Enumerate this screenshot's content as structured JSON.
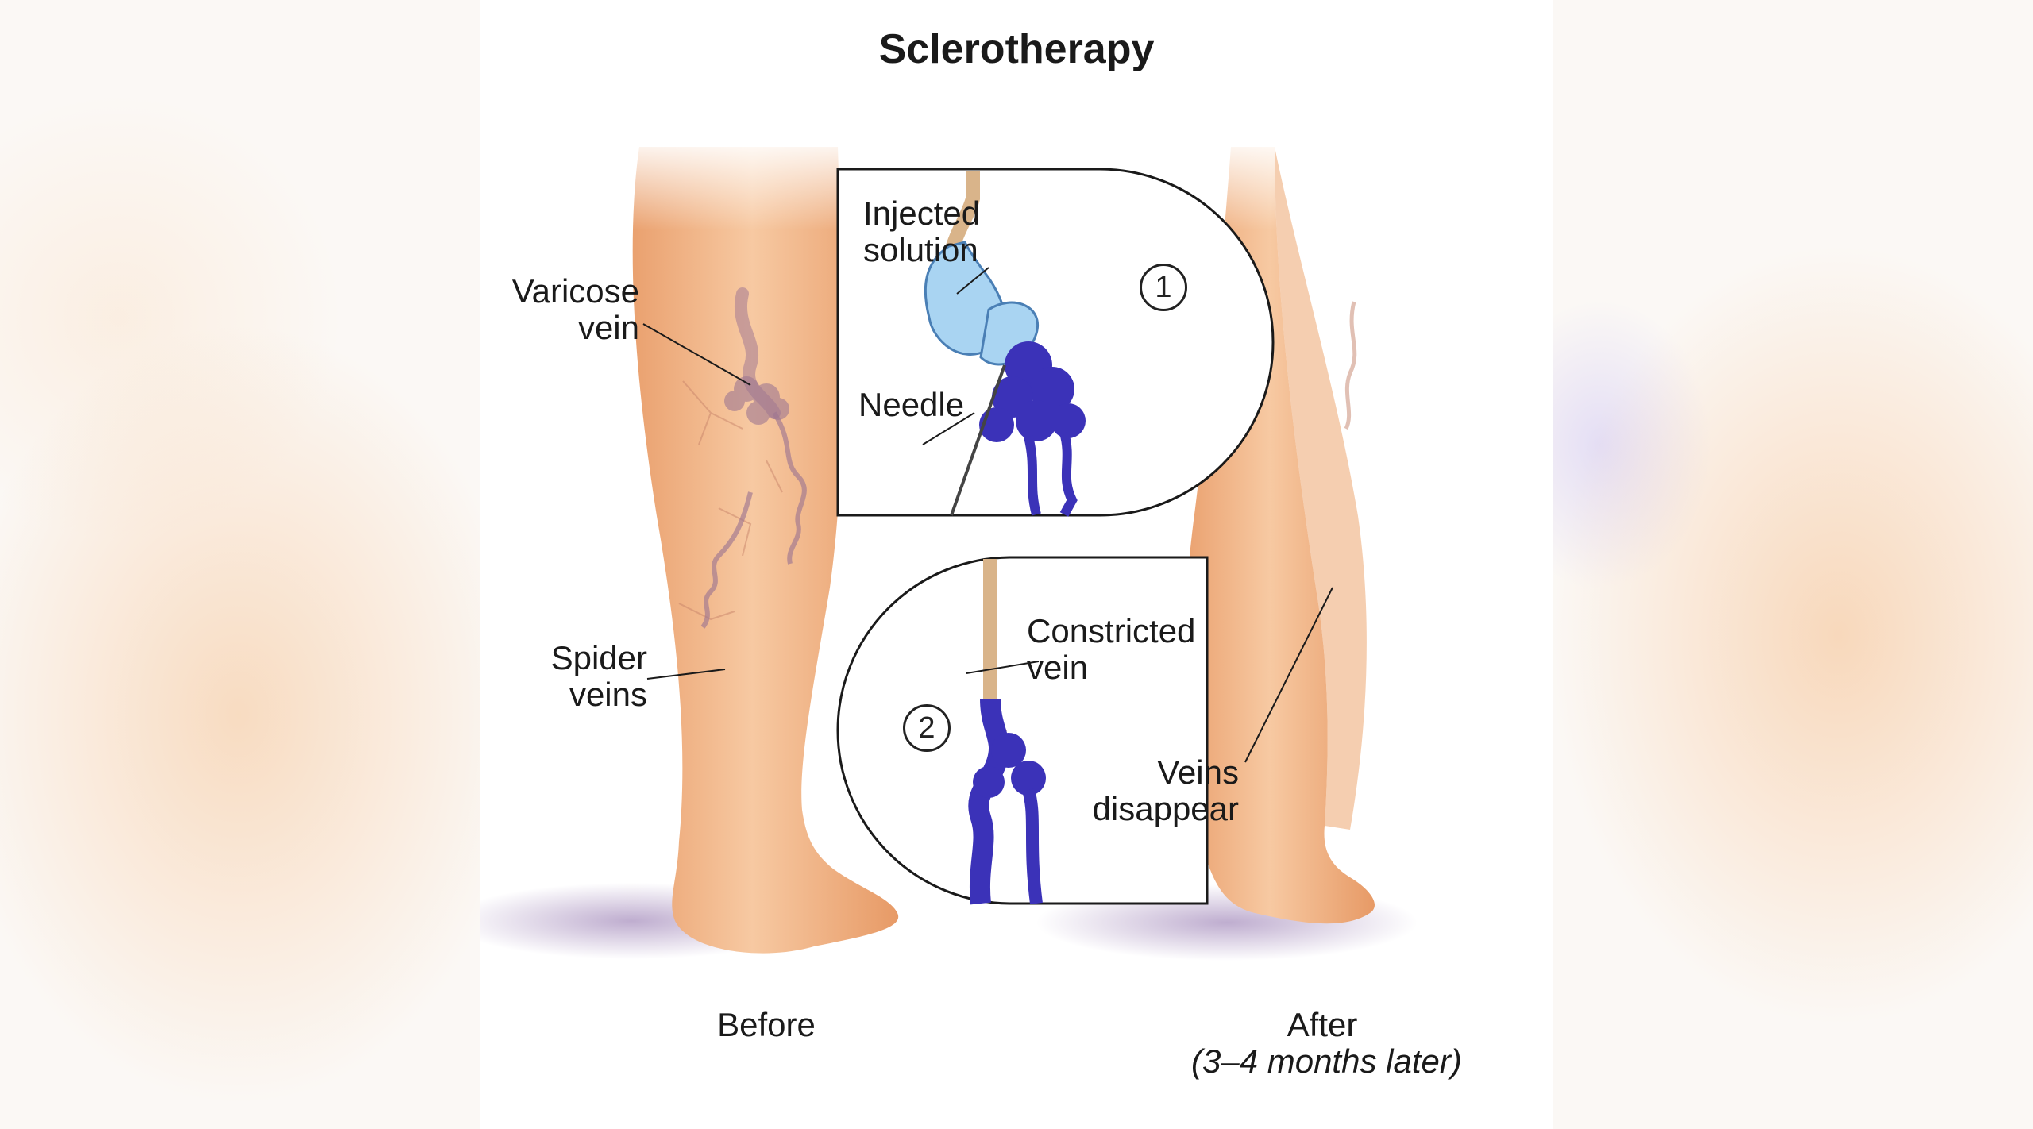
{
  "title": "Sclerotherapy",
  "labels": {
    "varicose_vein": [
      "Varicose",
      "vein"
    ],
    "spider_veins": [
      "Spider",
      "veins"
    ],
    "injected_solution": [
      "Injected",
      "solution"
    ],
    "needle": "Needle",
    "constricted_vein": [
      "Constricted",
      "vein"
    ],
    "veins_disappear": [
      "Veins",
      "disappear"
    ],
    "before": "Before",
    "after": "After",
    "after_note": "(3–4 months later)"
  },
  "steps": [
    "1",
    "2"
  ],
  "colors": {
    "skin": "#f2b88a",
    "vein": "#3b32b8",
    "solution": "#a9d4f2",
    "outline": "#1a1a1a"
  }
}
